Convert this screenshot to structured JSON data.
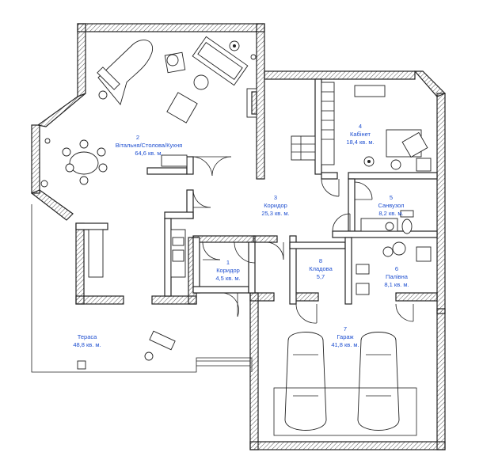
{
  "rooms": [
    {
      "id": "living",
      "number": "2",
      "name": "Вітальня/Столова/Кухня",
      "area": "64,6 кв. м."
    },
    {
      "id": "corridor3",
      "number": "3",
      "name": "Коридор",
      "area": "25,3 кв. м."
    },
    {
      "id": "cabinet",
      "number": "4",
      "name": "Кабінет",
      "area": "18,4 кв. м."
    },
    {
      "id": "bath",
      "number": "5",
      "name": "Санвузол",
      "area": "8,2 кв. м."
    },
    {
      "id": "corridor1",
      "number": "1",
      "name": "Коридор",
      "area": "4,5 кв. м."
    },
    {
      "id": "storage",
      "number": "8",
      "name": "Кладова",
      "area": "5,7"
    },
    {
      "id": "boiler",
      "number": "6",
      "name": "Палівна",
      "area": "8,1 кв. м."
    },
    {
      "id": "garage",
      "number": "7",
      "name": "Гараж",
      "area": "41,8 кв. м."
    },
    {
      "id": "terrace",
      "number": "",
      "name": "Тераса",
      "area": "48,8 кв. м."
    }
  ],
  "colors": {
    "label": "#1e4fd0",
    "wall": "#222222",
    "hatch": "#555555"
  },
  "icons": [
    "piano-icon",
    "sofa-icon",
    "armchair-icon",
    "dining-table-icon",
    "fireplace-icon",
    "plant-icon",
    "stairs-icon",
    "desk-icon",
    "toilet-icon",
    "bathtub-icon",
    "boiler-icon",
    "car-icon",
    "sun-lounger-icon"
  ]
}
